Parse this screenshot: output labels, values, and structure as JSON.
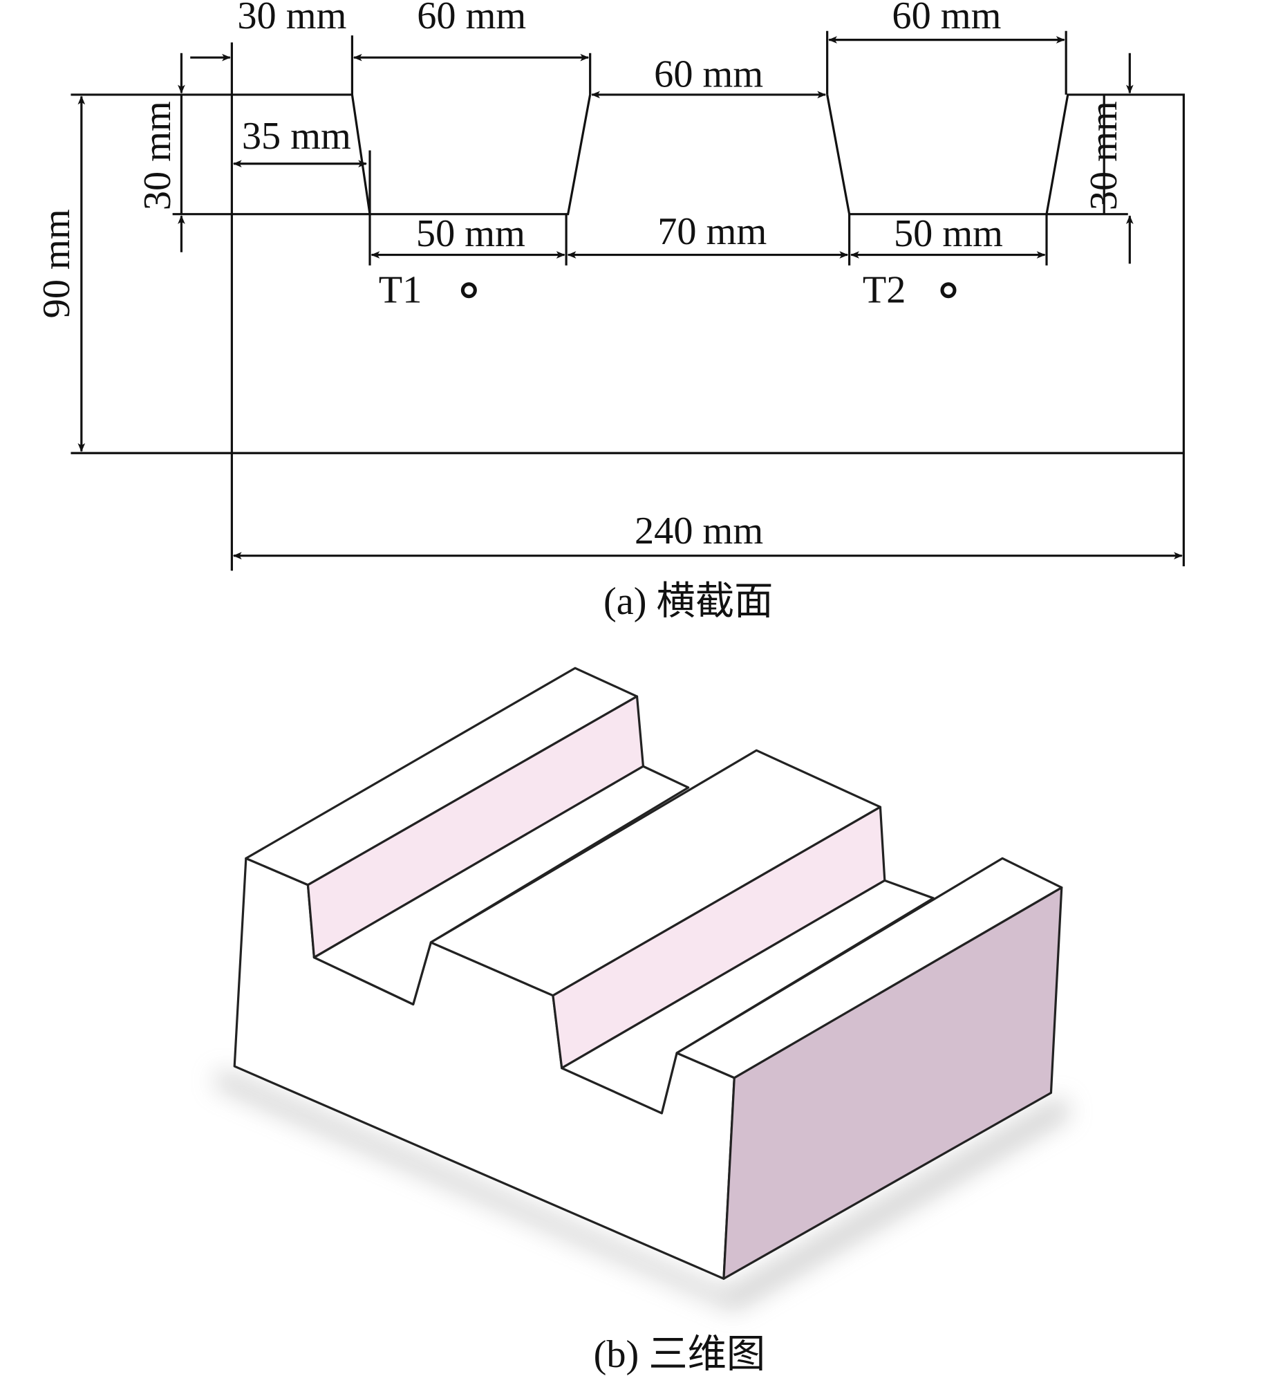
{
  "cross_section": {
    "dims": {
      "left_edge_width": "30 mm",
      "groove1_top": "60 mm",
      "middle_top": "60 mm",
      "groove2_top": "60 mm",
      "slope_offset": "35 mm",
      "groove1_bottom": "50 mm",
      "middle_bottom": "70 mm",
      "groove2_bottom": "50 mm",
      "total_height": "90 mm",
      "left_depth": "30 mm",
      "right_depth": "30 mm",
      "total_width": "240 mm"
    },
    "sensors": [
      "T1",
      "T2"
    ],
    "caption": "(a) 横截面"
  },
  "iso_view": {
    "caption": "(b) 三维图",
    "colors": {
      "slope": "#f8e6f0",
      "side": "#d4bfcf",
      "face": "#ffffff"
    }
  }
}
